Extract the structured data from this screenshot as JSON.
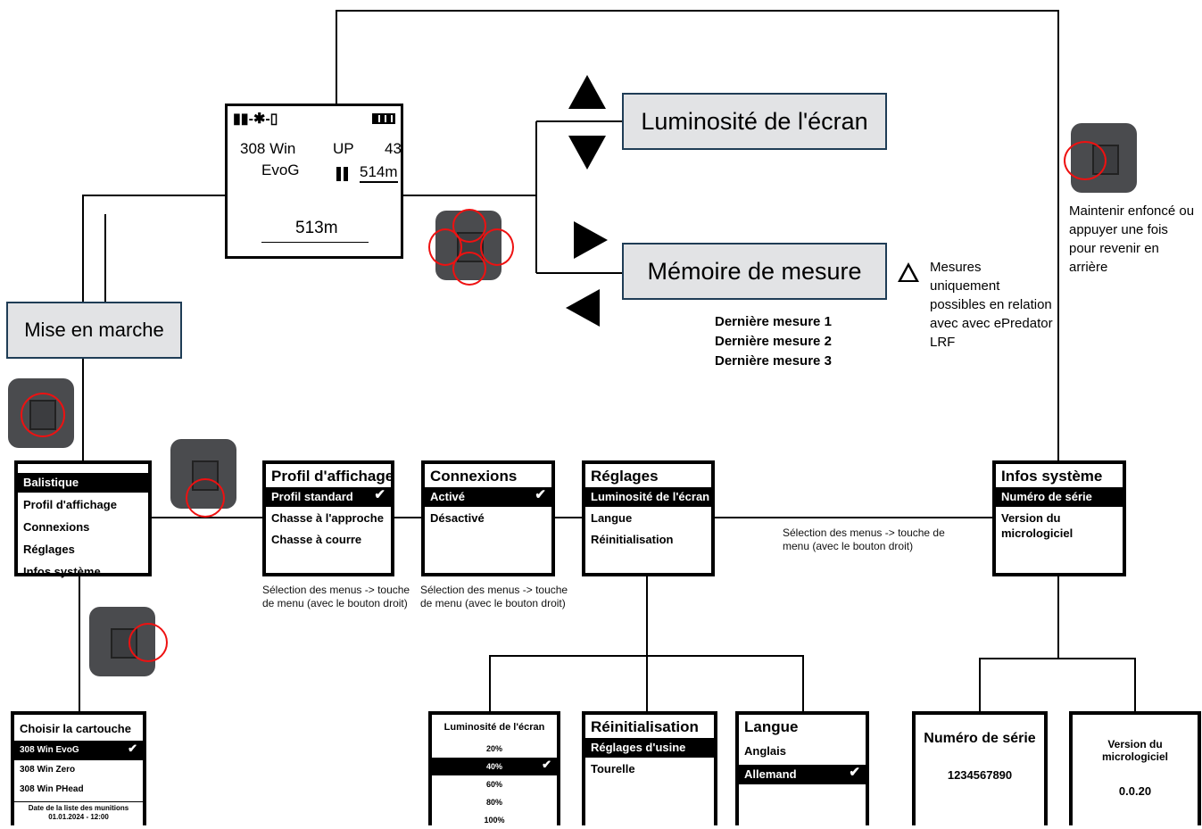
{
  "device_screen": {
    "icons": "▮▮-✱-▯",
    "battery_icon": "battery-icon",
    "cartridge_line1": "308 Win",
    "cartridge_line2": "EvoG",
    "up_label": "UP",
    "up_value": "43",
    "shot_distance": "514m",
    "measured_distance": "513m"
  },
  "labels": {
    "screen_brightness": "Luminosité de l'écran",
    "measurement_memory": "Mémoire de mesure",
    "power_on": "Mise en marche"
  },
  "last_measures": [
    "Dernière mesure 1",
    "Dernière mesure 2",
    "Dernière mesure 3"
  ],
  "warning_text": "Mesures uniquement possibles en relation avec avec ePredator LRF",
  "hold_text": "Maintenir enfoncé ou appuyer une fois pour revenir en arrière",
  "captions": {
    "menu_select_1": "Sélection des menus -> touche de menu (avec le bouton droit)",
    "menu_select_2": "Sélection des menus -> touche de menu (avec le bouton droit)",
    "menu_select_3": "Sélection des menus -> touche de menu (avec le bouton droit)"
  },
  "main_menu": {
    "items": [
      "Balistique",
      "Profil d'affichage",
      "Connexions",
      "Réglages",
      "Infos système"
    ]
  },
  "display_profile_menu": {
    "title": "Profil d'affichage",
    "items": [
      "Profil standard",
      "Chasse à l'approche",
      "Chasse à courre"
    ]
  },
  "connections_menu": {
    "title": "Connexions",
    "items": [
      "Activé",
      "Désactivé"
    ]
  },
  "settings_menu": {
    "title": "Réglages",
    "items": [
      "Luminosité de l'écran",
      "Langue",
      "Réinitialisation"
    ]
  },
  "system_info_menu": {
    "title": "Infos système",
    "items": [
      "Numéro de série",
      "Version du micrologiciel"
    ]
  },
  "cartridge_menu": {
    "title": "Choisir la cartouche",
    "items": [
      "308 Win EvoG",
      "308 Win Zero",
      "308 Win PHead"
    ],
    "footer_line1": "Date de la liste des munitions",
    "footer_line2": "01.01.2024 - 12:00"
  },
  "brightness_menu": {
    "title": "Luminosité de l'écran",
    "items": [
      "20%",
      "40%",
      "60%",
      "80%",
      "100%"
    ]
  },
  "reset_menu": {
    "title": "Réinitialisation",
    "items": [
      "Réglages d'usine",
      "Tourelle"
    ]
  },
  "language_menu": {
    "title": "Langue",
    "items": [
      "Anglais",
      "Allemand"
    ]
  },
  "serial_screen": {
    "title": "Numéro de série",
    "value": "1234567890"
  },
  "firmware_screen": {
    "title_line1": "Version du",
    "title_line2": "micrologiciel",
    "value": "0.0.20"
  },
  "colors": {
    "label_box_fill": "#e2e3e5",
    "label_box_border": "#1f3d56",
    "highlight_ring": "#e11111",
    "joystick": "#4a4b4e"
  }
}
